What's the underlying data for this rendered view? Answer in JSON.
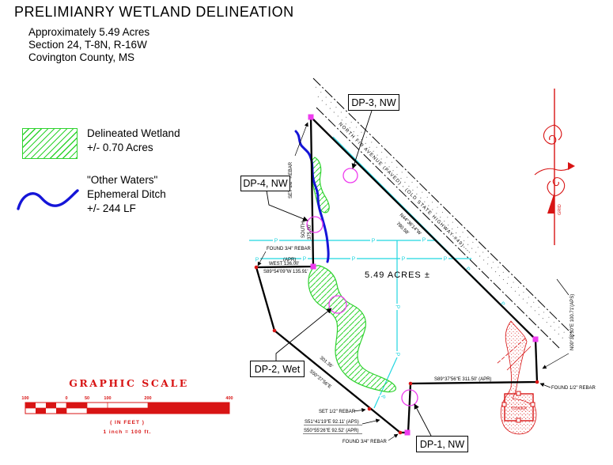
{
  "header": {
    "title": "PRELIMIANRY WETLAND DELINEATION",
    "lines": [
      "Approximately 5.49 Acres",
      "Section 24, T-8N, R-16W",
      "Covington County, MS"
    ]
  },
  "legend": {
    "wetland_line1": "Delineated Wetland",
    "wetland_line2": "+/- 0.70 Acres",
    "waters_line1": "\"Other Waters\"",
    "waters_line2": "Ephemeral Ditch",
    "waters_line3": "+/- 244 LF"
  },
  "north_arrow": {
    "label": "GRID"
  },
  "graphic_scale": {
    "title": "GRAPHIC SCALE",
    "ticks": [
      "100",
      "0",
      "50",
      "100",
      "200",
      "400"
    ],
    "in_feet": "( IN FEET )",
    "ratio": "1 inch = 100 ft."
  },
  "survey": {
    "acreage": "5.49 ACRES ±",
    "road_name": "NORTH FIR AVENUE (PAVED) - (OLD STATE HIGHWAY-#49)----",
    "road_bearing": "N44°36'14\"W",
    "road_distance": "780.58'",
    "south_line_label": "SOUTH",
    "south_line_distance": "375.00'",
    "west_line_apr": "(APR)",
    "west_line_label": "WEST    136.00'",
    "west_line_label2": "S89°54'09\"W  135.91'",
    "east_line_label": "N00°38'30\"E   100.71'(APS)",
    "south_boundary_label": "S89°37'56\"E   311.50' (APR)",
    "sw_bearing_aps": "S51°41'19\"E   92.11' (APS)",
    "sw_bearing_apr": "S50°55'26\"E   92.52' (APR)",
    "diag_bearing": "S50°37'56\"E",
    "diag_distance": "301.36'",
    "rebar_set_top": "SET 1/2\" REBAR",
    "rebar_found_west": "FOUND 3/4\" REBAR",
    "rebar_found_east": "FOUND 1/2\" REBAR",
    "rebar_set_bottom": "SET 1/2\" REBAR",
    "rebar_found_bottom": "FOUND 3/4\" REBAR",
    "tower": "TOWER",
    "pole": "P",
    "dp1": "DP-1, NW",
    "dp2": "DP-2, Wet",
    "dp3": "DP-3, NW",
    "dp4": "DP-4, NW"
  },
  "colors": {
    "wetland_green": "#2fd32f",
    "ditch_blue": "#1515d8",
    "utility_cyan": "#22d6e0",
    "survey_magenta": "#ee3cee",
    "accent_red": "#d81414",
    "line_black": "#000000"
  }
}
